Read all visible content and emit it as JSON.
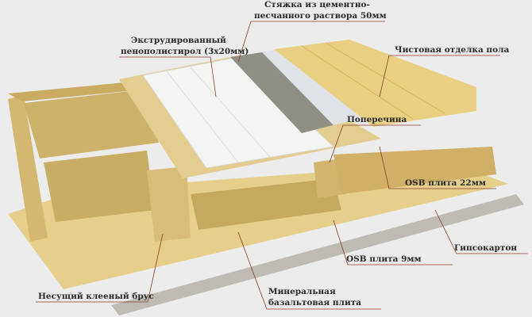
{
  "labels": {
    "screed_line1": "Стяжка из цементно-",
    "screed_line2": "песчанного раствора 50мм",
    "eps_line1": "Экструдированный",
    "eps_line2": "пенополистирол (3х20мм)",
    "finish": "Чистовая отделка пола",
    "crossbar": "Поперечина",
    "osb22": "OSB плита 22мм",
    "drywall": "Гипсокартон",
    "osb9": "OSB плита 9мм",
    "beam": "Несущий клееный брус",
    "mineral_line1": "Минеральная",
    "mineral_line2": "базальтовая плита"
  },
  "colors": {
    "background": "#ececec",
    "wood": "#dcc27a",
    "osb": "#e6cf8a",
    "mineral_wool": "#cdb36a",
    "screed": "#8f8f86",
    "foam": "#f4f4f2",
    "drywall": "#bdbbb4",
    "leader": "#8a3a2a"
  }
}
